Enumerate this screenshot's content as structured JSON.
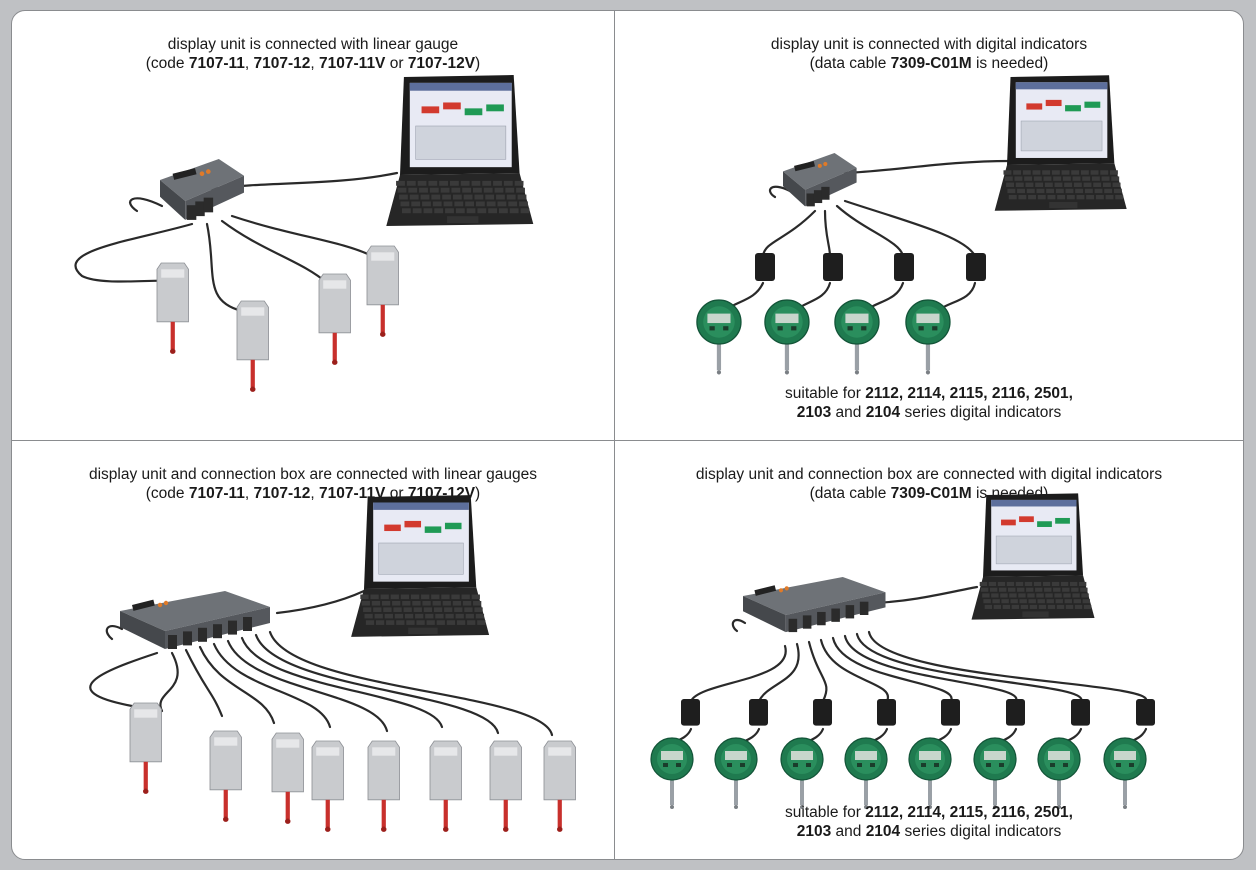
{
  "panels": [
    {
      "line1": "display unit is connected with linear gauge",
      "line2_prefix": "(code ",
      "codes": [
        "7107-11",
        "7107-12",
        "7107-11V",
        "7107-12V"
      ],
      "sep_comma": ", ",
      "sep_or": " or ",
      "line2_suffix": ")"
    },
    {
      "line1": "display unit is connected with digital indicators",
      "line2_prefix": "(data cable ",
      "cable": "7309-C01M",
      "line2_suffix": " is needed)",
      "note_prefix": "suitable for ",
      "note_series": "2112, 2114, 2115, 2116, 2501,",
      "note_b1": "2103",
      "note_and": " and ",
      "note_b2": "2104",
      "note_suffix": " series digital indicators"
    },
    {
      "line1": "display unit and connection box are connected with linear gauges",
      "line2_prefix": "(code ",
      "codes": [
        "7107-11",
        "7107-12",
        "7107-11V",
        "7107-12V"
      ],
      "sep_comma": ", ",
      "sep_or": " or ",
      "line2_suffix": ")"
    },
    {
      "line1": "display unit and connection box are connected with digital indicators",
      "line2_prefix": "(data cable ",
      "cable": "7309-C01M",
      "line2_suffix": " is needed)",
      "note_prefix": "suitable for ",
      "note_series": "2112, 2114, 2115, 2116, 2501,",
      "note_b1": "2103",
      "note_and": " and ",
      "note_b2": "2104",
      "note_suffix": " series digital indicators"
    }
  ],
  "colors": {
    "frame_bg": "#bfc1c4",
    "indicator_green": "#1f7a4f",
    "probe_red": "#c8302c",
    "box_grey": "#5b5e62"
  }
}
